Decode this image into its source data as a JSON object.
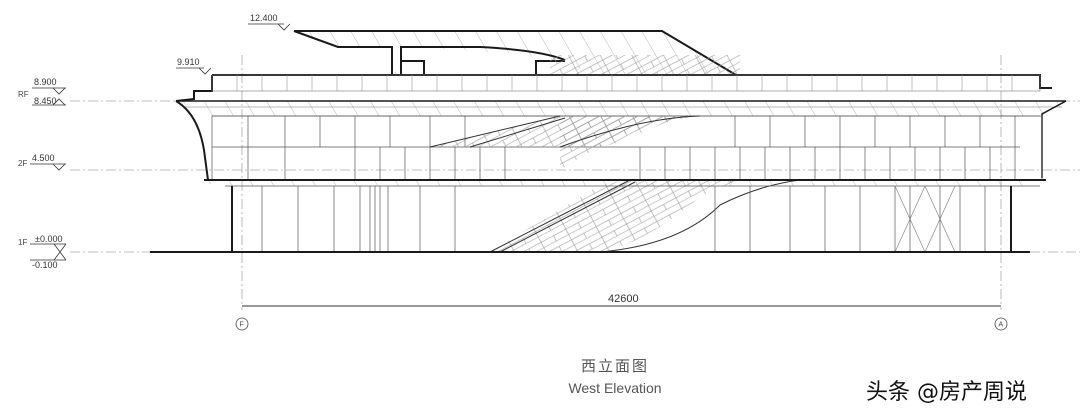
{
  "drawing": {
    "title_cn": "西立面图",
    "title_en": "West Elevation",
    "levels": [
      {
        "tag": "",
        "value": "12.400"
      },
      {
        "tag": "",
        "value": "9.910"
      },
      {
        "tag": "RF",
        "value": "8.900"
      },
      {
        "tag": "",
        "value": "8.450"
      },
      {
        "tag": "2F",
        "value": "4.500"
      },
      {
        "tag": "1F",
        "value": "±0.000"
      },
      {
        "tag": "",
        "value": "-0.100"
      }
    ],
    "dimension": {
      "value": "42600"
    },
    "axes": {
      "left": "F",
      "right": "A"
    }
  },
  "watermark": {
    "text": "头条 @房产周说"
  },
  "colors": {
    "line": "#1a1a1a",
    "thin": "#777777",
    "hatch": "#9a9a9a",
    "centerline": "#aaaaaa"
  }
}
